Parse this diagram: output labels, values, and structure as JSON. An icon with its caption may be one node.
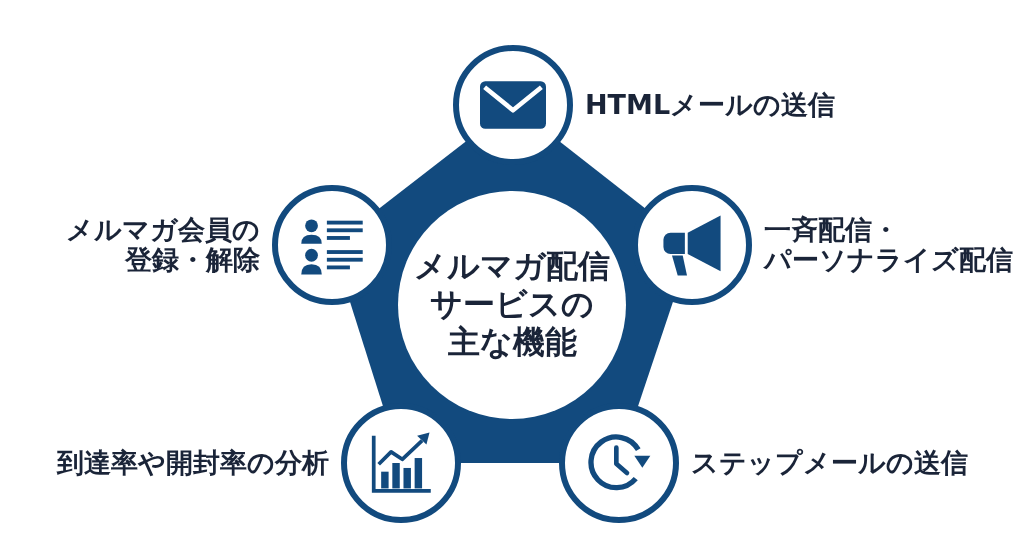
{
  "diagram": {
    "nodes": [
      {
        "text": [],
        "shape": "circle",
        "beside": [
          "HTMLメールの送信"
        ]
      },
      {
        "text": [],
        "shape": "circle",
        "beside": [
          "メルマガ会員の登録・解除"
        ]
      },
      {
        "text": [],
        "shape": "circle",
        "beside": [
          "一斉配信・パーソナライズ配信"
        ]
      },
      {
        "text": [
          "メルマガ配信サービスの主な機能"
        ]
      },
      {
        "text": [],
        "shape": "circle",
        "beside": [
          "到達率や開封率の分析"
        ]
      },
      {
        "text": [],
        "shape": "circle",
        "beside": [
          "ステップメールの送信"
        ]
      }
    ]
  }
}
